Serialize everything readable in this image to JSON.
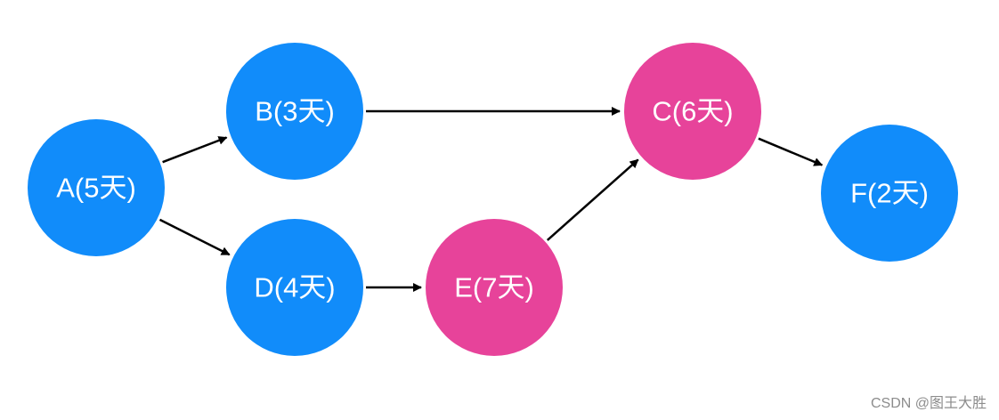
{
  "colors": {
    "regular_node": "#118cfa",
    "highlight_node": "#e7439a",
    "edge": "#000000",
    "label": "#ffffff",
    "watermark": "#8c8c8c"
  },
  "nodes": [
    {
      "id": "A",
      "label": "A(5天)",
      "highlight": false
    },
    {
      "id": "B",
      "label": "B(3天)",
      "highlight": false
    },
    {
      "id": "D",
      "label": "D(4天)",
      "highlight": false
    },
    {
      "id": "E",
      "label": "E(7天)",
      "highlight": true
    },
    {
      "id": "C",
      "label": "C(6天)",
      "highlight": true
    },
    {
      "id": "F",
      "label": "F(2天)",
      "highlight": false
    }
  ],
  "edges": [
    {
      "from": "A",
      "to": "B"
    },
    {
      "from": "A",
      "to": "D"
    },
    {
      "from": "B",
      "to": "C"
    },
    {
      "from": "D",
      "to": "E"
    },
    {
      "from": "E",
      "to": "C"
    },
    {
      "from": "C",
      "to": "F"
    }
  ],
  "watermark": "CSDN @图王大胜"
}
